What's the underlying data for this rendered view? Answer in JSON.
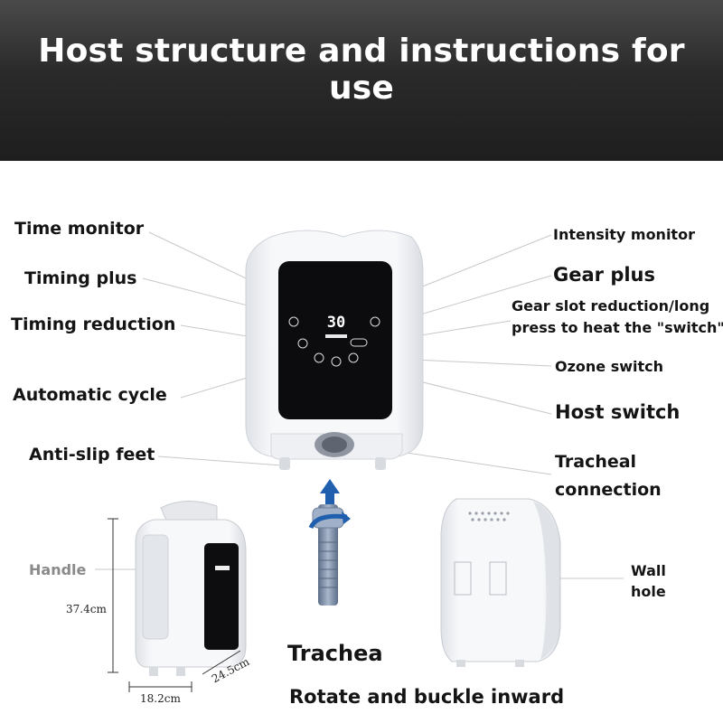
{
  "header": {
    "title": "Host structure and instructions for use"
  },
  "left_labels": {
    "time_monitor": "Time monitor",
    "timing_plus": "Timing plus",
    "timing_reduction": "Timing reduction",
    "automatic_cycle": "Automatic cycle",
    "anti_slip_feet": "Anti-slip feet",
    "handle": "Handle"
  },
  "right_labels": {
    "intensity_monitor": "Intensity monitor",
    "gear_plus": "Gear plus",
    "gear_slot_line1": "Gear slot reduction/long",
    "gear_slot_line2": "press to heat the \"switch\"",
    "ozone_switch": "Ozone switch",
    "host_switch": "Host switch",
    "tracheal_line1": "Tracheal",
    "tracheal_line2": "connection",
    "wall_hole_line1": "Wall",
    "wall_hole_line2": "hole"
  },
  "bottom_labels": {
    "trachea": "Trachea",
    "rotate": "Rotate and buckle inward"
  },
  "display": {
    "digits": "30"
  },
  "dimensions": {
    "height": "37.4cm",
    "width": "18.2cm",
    "depth": "24.5cm"
  },
  "colors": {
    "banner_dark": "#1e1e1e",
    "device_body": "#f4f5f7",
    "panel": "#0c0c0e",
    "hose": "#7d8ea8",
    "arrow": "#1f5fae"
  }
}
